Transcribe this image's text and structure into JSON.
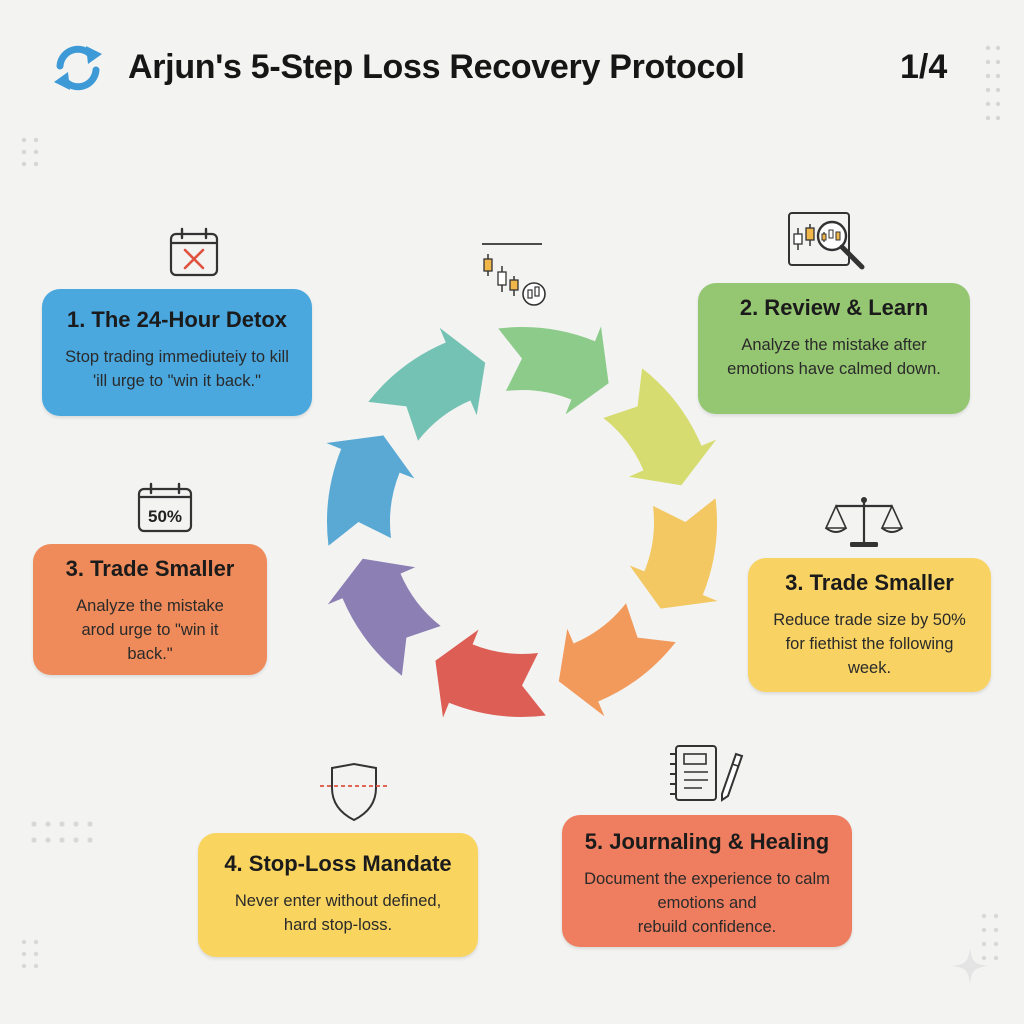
{
  "header": {
    "title": "Arjun's 5-Step Loss Recovery Protocol",
    "page": "1/4",
    "logo_icon": "refresh-cycle-icon"
  },
  "steps": [
    {
      "id": "card-1",
      "title": "1. The 24-Hour Detox",
      "body": [
        "Stop trading immediuteiy to kill",
        "'ill urge to \"win it back.\""
      ],
      "color": "#4aa8df",
      "icon": "calendar-x-icon"
    },
    {
      "id": "card-2",
      "title": "2. Review & Learn",
      "body": [
        "Analyze the mistake after",
        "emotions have calmed down."
      ],
      "color": "#95c772",
      "icon": "chart-magnifier-icon"
    },
    {
      "id": "card-3l",
      "title": "3. Trade Smaller",
      "body": [
        "Analyze the mistake",
        "arod urge to \"win it",
        "back.\""
      ],
      "color": "#ef8b5a",
      "icon": "calendar-50-icon",
      "icon_text": "50%"
    },
    {
      "id": "card-3r",
      "title": "3. Trade Smaller",
      "body": [
        "Reduce trade size by 50%",
        "for fiethist the following",
        "week."
      ],
      "color": "#f8d363",
      "icon": "balance-scale-icon"
    },
    {
      "id": "card-4",
      "title": "4. Stop-Loss Mandate",
      "body": [
        "Never enter without defined,",
        "hard stop-loss."
      ],
      "color": "#f9d560",
      "icon": "shield-line-icon"
    },
    {
      "id": "card-5",
      "title": "5. Journaling & Healing",
      "body": [
        "Document the experience to calm",
        "emotions and",
        "rebuild confidence."
      ],
      "color": "#ef7d5f",
      "icon": "journal-pen-icon"
    }
  ],
  "top_icon": "candlestick-coins-icon",
  "cycle_colors": [
    "#8ccb8a",
    "#d6dc6f",
    "#f3c862",
    "#f29a5c",
    "#dd5e55",
    "#8c7fb4",
    "#5aa9d4",
    "#74c2b4"
  ]
}
